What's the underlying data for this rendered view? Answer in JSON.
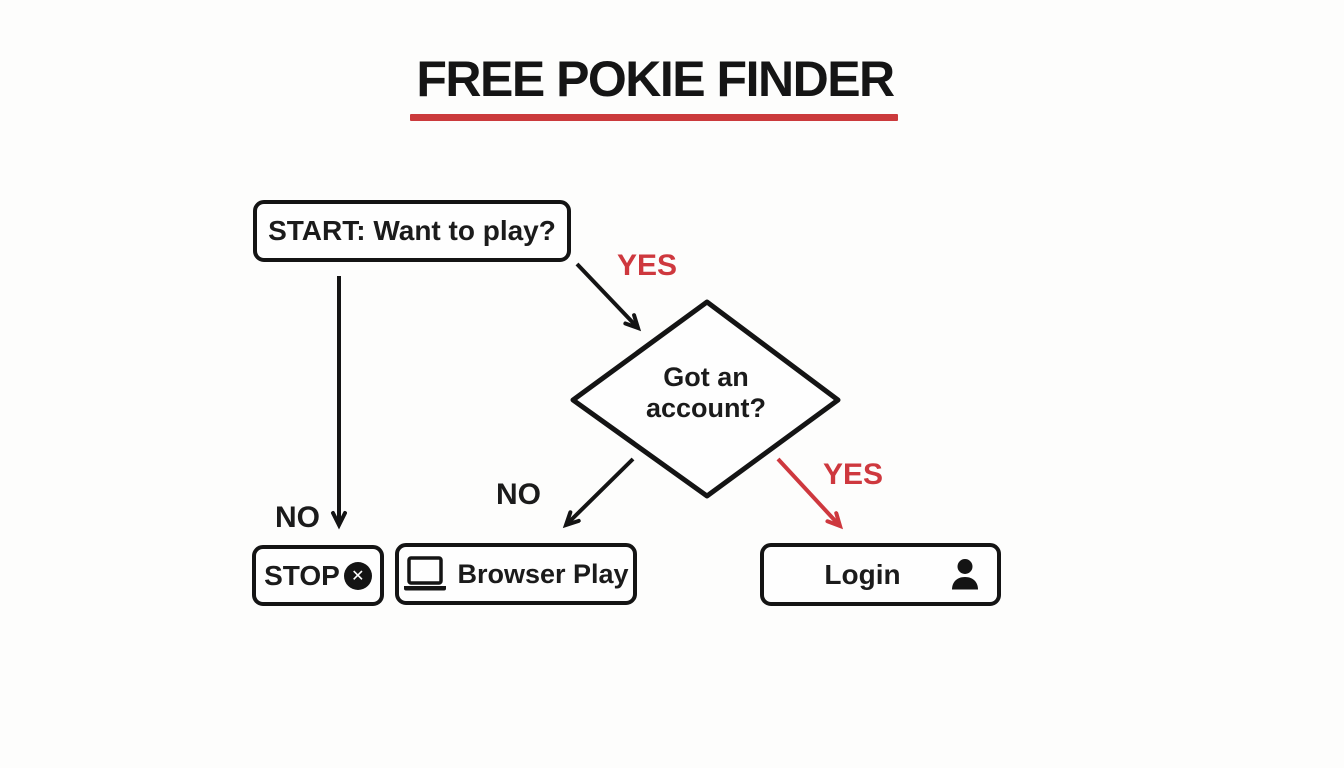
{
  "title": {
    "text": "FREE POKIE FINDER"
  },
  "colors": {
    "ink": "#1b1b1b",
    "red_accent": "#ce383e",
    "underline_red": "#cb3a3c",
    "background": "#fdfdfc"
  },
  "nodes": {
    "start": {
      "label": "START: Want to play?"
    },
    "decision": {
      "line1": "Got an",
      "line2": "account?"
    },
    "stop": {
      "label": "STOP",
      "icon": "circled-x",
      "icon_glyph": "✕"
    },
    "browser_play": {
      "label": "Browser Play",
      "icon": "laptop"
    },
    "login": {
      "label": "Login",
      "icon": "person"
    }
  },
  "edges": [
    {
      "from": "start",
      "to": "decision",
      "label": "YES",
      "color": "red"
    },
    {
      "from": "start",
      "to": "stop",
      "label": "NO",
      "color": "black"
    },
    {
      "from": "decision",
      "to": "browser_play",
      "label": "NO",
      "color": "black"
    },
    {
      "from": "decision",
      "to": "login",
      "label": "YES",
      "color": "red"
    }
  ]
}
